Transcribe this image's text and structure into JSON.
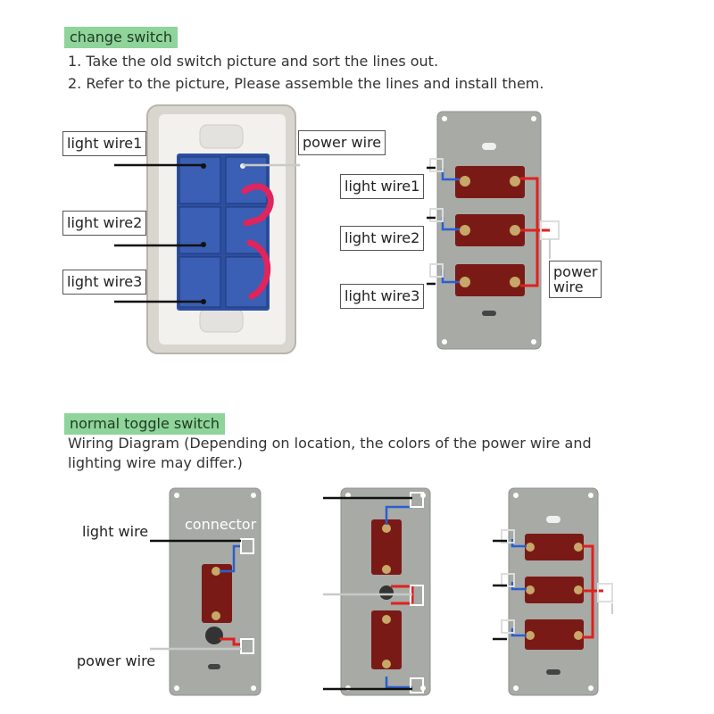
{
  "section1": {
    "title": "change switch",
    "step1": "1. Take the old switch picture and sort the lines out.",
    "step2": "2. Refer to the picture, Please assemble the lines and install them.",
    "labels": {
      "light_wire1": "light wire1",
      "light_wire2": "light wire2",
      "light_wire3": "light wire3",
      "power_wire": "power wire",
      "power_wire_line1": "power",
      "power_wire_line2": "wire"
    }
  },
  "section2": {
    "title": "normal toggle switch",
    "description_line1": "Wiring Diagram (Depending on location, the colors of the power wire and",
    "description_line2": "lighting wire may differ.)",
    "labels": {
      "light_wire": "light wire",
      "connector": "connector",
      "power_wire": "power wire"
    }
  },
  "colors": {
    "tag_bg": "#8fd49a",
    "plate": "#a8aaa6",
    "switch_body": "#7a1a16",
    "old_switch_blue": "#2c4fa0",
    "hot_wire": "#e0245e",
    "power_red": "#e02020",
    "light_blue": "#2a5fd0",
    "wire_black": "#111111",
    "wire_gray": "#c9c9c9"
  }
}
